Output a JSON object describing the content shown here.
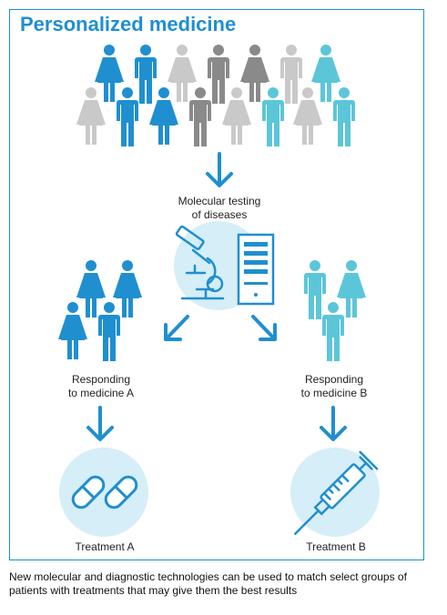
{
  "title": "Personalized medicine",
  "labels": {
    "testing_line1": "Molecular testing",
    "testing_line2": "of diseases",
    "resp_a_line1": "Responding",
    "resp_a_line2": "to medicine A",
    "resp_b_line1": "Responding",
    "resp_b_line2": "to medicine B",
    "treatment_a": "Treatment A",
    "treatment_b": "Treatment B"
  },
  "caption": "New molecular and diagnostic technologies can be used to match select groups of patients with treatments that may give them the best results",
  "colors": {
    "blue": "#1f8fd0",
    "grey_light": "#c9c9c9",
    "grey_dark": "#8a8a8a",
    "teal": "#5cc6d9",
    "circle": "#d6eef7"
  },
  "icons": [
    "person-icon",
    "arrow-down-icon",
    "microscope-icon",
    "computer-tower-icon",
    "capsule-icon",
    "syringe-icon"
  ]
}
